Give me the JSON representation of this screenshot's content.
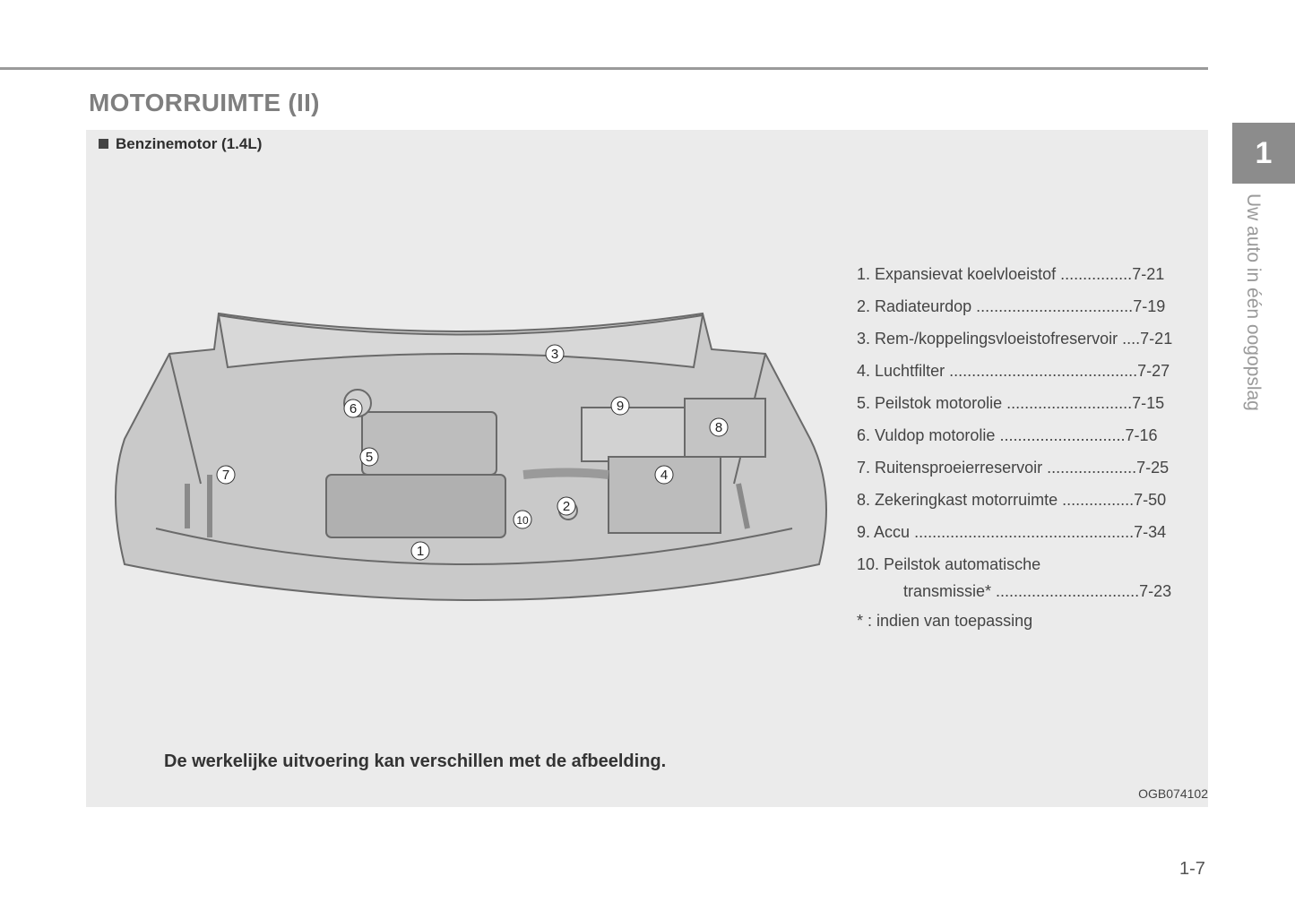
{
  "header": {
    "title": "MOTORRUIMTE (II)"
  },
  "section": {
    "subtitle": "Benzinemotor (1.4L)"
  },
  "legend": [
    {
      "num": "1.",
      "text": "Expansievat koelvloeistof",
      "dots": "................",
      "page": "7-21"
    },
    {
      "num": "2.",
      "text": "Radiateurdop",
      "dots": "...................................",
      "page": "7-19"
    },
    {
      "num": "3.",
      "text": "Rem-/koppelingsvloeistofreservoir",
      "dots": "....",
      "page": "7-21"
    },
    {
      "num": "4.",
      "text": "Luchtfilter",
      "dots": "..........................................",
      "page": "7-27"
    },
    {
      "num": "5.",
      "text": "Peilstok motorolie",
      "dots": "............................",
      "page": "7-15"
    },
    {
      "num": "6.",
      "text": "Vuldop motorolie",
      "dots": "............................",
      "page": "7-16"
    },
    {
      "num": "7.",
      "text": "Ruitensproeierreservoir",
      "dots": "....................",
      "page": "7-25"
    },
    {
      "num": "8.",
      "text": "Zekeringkast motorruimte",
      "dots": "................",
      "page": "7-50"
    },
    {
      "num": "9.",
      "text": "Accu",
      "dots": ".................................................",
      "page": "7-34"
    },
    {
      "num": "10.",
      "text": "Peilstok automatische",
      "text2": "transmissie*",
      "dots": "................................",
      "page": "7-23"
    }
  ],
  "footnote": "* : indien van toepassing",
  "caption": "De werkelijke uitvoering kan verschillen met de afbeelding.",
  "image_code": "OGB074102",
  "callouts": [
    "1",
    "2",
    "3",
    "4",
    "5",
    "6",
    "7",
    "8",
    "9",
    "10"
  ],
  "tab": {
    "chapter": "1",
    "label": "Uw auto in één oogopslag"
  },
  "page_number": "1-7"
}
